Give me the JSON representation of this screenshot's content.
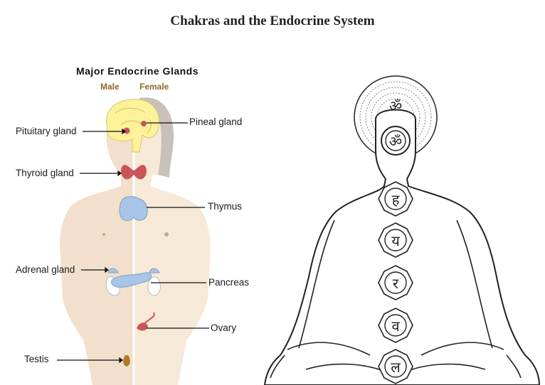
{
  "title": "Chakras and the Endocrine System",
  "endocrine_panel": {
    "title": "Major Endocrine Glands",
    "male_label": "Male",
    "female_label": "Female",
    "labels": {
      "pituitary": "Pituitary gland",
      "thyroid": "Thyroid gland",
      "adrenal": "Adrenal gland",
      "testis": "Testis",
      "pineal": "Pineal gland",
      "thymus": "Thymus",
      "pancreas": "Pancreas",
      "ovary": "Ovary"
    }
  },
  "chakra_panel": {
    "symbols": [
      "ॐ",
      "ॐ",
      "ह",
      "य",
      "र",
      "व",
      "ल"
    ]
  },
  "colors": {
    "male_skin": "#f2e0cc",
    "female_skin": "#f7e9d8",
    "brain": "#fdf29a",
    "thyroid": "#c9555a",
    "gland_blue": "#a8c4e6"
  }
}
